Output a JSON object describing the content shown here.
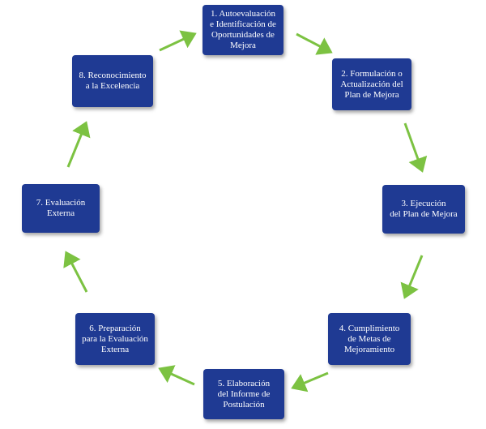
{
  "colors": {
    "box": "#1f3a93",
    "arrow": "#7cc242",
    "text": "#ffffff",
    "background": "#ffffff"
  },
  "steps": [
    {
      "label": "1. Autoevaluación\ne Identificación de\nOportunidades de\nMejora"
    },
    {
      "label": "2. Formulación o\nActualización del\nPlan de Mejora"
    },
    {
      "label": "3. Ejecución\ndel Plan de Mejora"
    },
    {
      "label": "4. Cumplimiento\nde Metas de\nMejoramiento"
    },
    {
      "label": "5. Elaboración\ndel Informe de\nPostulación"
    },
    {
      "label": "6. Preparación\npara la Evaluación\nExterna"
    },
    {
      "label": "7. Evaluación\nExterna"
    },
    {
      "label": "8. Reconocimiento\na la Excelencia"
    }
  ]
}
